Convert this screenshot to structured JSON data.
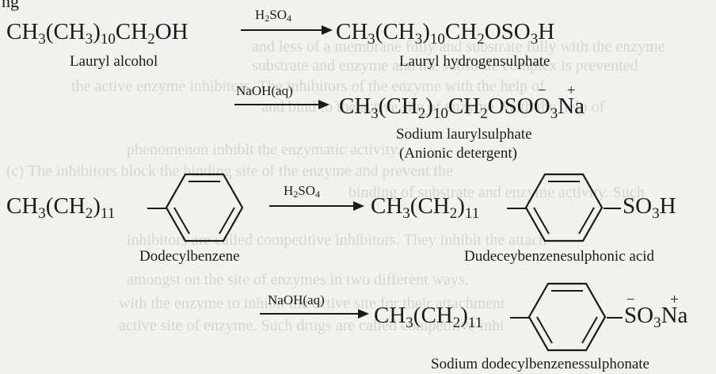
{
  "bleed_lines": [
    "and less of a membrane fully and substrate fully with the enzyme",
    "substrate and enzyme and the substrate complex is prevented",
    "the active enzyme inhibitors. The inhibitors of the enzyme with the help of",
    "and bind to the active site of enzyme. With the help of",
    "phenomenon inhibit the enzymatic activity.",
    "(c) The inhibitors block the binding site of the enzyme and prevent the",
    "binding of substrate and enzyme activity. Such",
    "inhibitors are called competitive inhibitors. They inhibit the attach",
    "amongst on the site of enzymes in two different ways.",
    "with the enzyme to inhibit the active site for their attachment",
    "active site of enzyme. Such drugs are called competitive inhi"
  ],
  "top_line": {
    "text": "ng"
  },
  "reaction1": {
    "reactant": {
      "pre": "CH",
      "s1": "3",
      "mid": "(CH",
      "s2": "3",
      "post": ")",
      "s3": "10",
      "end": "CH",
      "s4": "2",
      "tail": "OH"
    },
    "reactant_label": "Lauryl alcohol",
    "reagent": {
      "pre": "H",
      "s1": "2",
      "mid": "SO",
      "s2": "4"
    },
    "product": {
      "pre": "CH",
      "s1": "3",
      "mid": "(CH",
      "s2": "3",
      "post": ")",
      "s3": "10",
      "end": "CH",
      "s4": "2",
      "tail": "OSO",
      "s5": "3",
      "tail2": "H"
    },
    "product_label": "Lauryl hydrogensulphate"
  },
  "reaction2": {
    "reagent": "NaOH(aq)",
    "product": {
      "pre": "CH",
      "s1": "3",
      "mid": "(CH",
      "s2": "2",
      "post": ")",
      "s3": "10",
      "end": "CH",
      "s4": "2",
      "tail": "OSO",
      "ion_o": "O",
      "s5": "3",
      "na": "Na",
      "minus": "−",
      "plus": "+"
    },
    "product_label": "Sodium laurylsulphate",
    "product_note": "(Anionic detergent)"
  },
  "reaction3": {
    "reactant": {
      "pre": "CH",
      "s1": "3",
      "mid": "(CH",
      "s2": "2",
      "post": ")",
      "s3": "11"
    },
    "reactant_label": "Dodecylbenzene",
    "reagent": {
      "pre": "H",
      "s1": "2",
      "mid": "SO",
      "s2": "4"
    },
    "product": {
      "pre": "CH",
      "s1": "3",
      "mid": "(CH",
      "s2": "2",
      "post": ")",
      "s3": "11",
      "group": "SO",
      "s4": "3",
      "group_end": "H"
    },
    "product_label": "Dudeceybenzenesulphonic acid"
  },
  "reaction4": {
    "reagent": "NaOH(aq)",
    "product": {
      "pre": "CH",
      "s1": "3",
      "mid": "(CH",
      "s2": "2",
      "post": ")",
      "s3": "11",
      "s_letter": "S",
      "o_letter": "O",
      "s4": "3",
      "na": "Na",
      "minus": "−",
      "plus": "+"
    },
    "product_label": "Sodium dodecylbenzenessulphonate"
  }
}
